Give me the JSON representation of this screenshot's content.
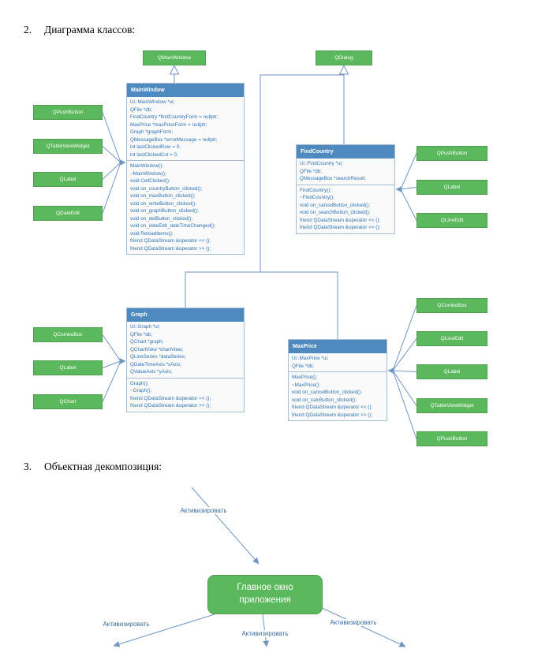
{
  "sections": {
    "s2": {
      "number": "2.",
      "title": "Диаграмма классов:"
    },
    "s3": {
      "number": "3.",
      "title": "Объектная декомпозиция:"
    }
  },
  "class_diagram": {
    "base_classes": {
      "qmainwindow": "QMainWindow",
      "qdialog": "QDialog"
    },
    "widgets": {
      "left_top": [
        "QPushButton",
        "QTableViewWidget",
        "QLabel",
        "QDateEdit"
      ],
      "right_top": [
        "QPushButton",
        "QLabel",
        "QLineEdit"
      ],
      "left_bottom": [
        "QComboBox",
        "QLabel",
        "QChart"
      ],
      "right_bottom": [
        "QComboBox",
        "QLineEdit",
        "QLabel",
        "QTableViewWidget",
        "QPushButton"
      ]
    },
    "classes": {
      "mainwindow": {
        "name": "MainWindow",
        "attributes": [
          "Ui::MainWindow *ui;",
          "QFile *db;",
          "FindCountry *findCountryForm = nullptr;",
          "MaxPrice *maxPriceForm = nullptr;",
          "Graph *graphForm;",
          "QMessageBox *errorMessage = nullptr;",
          "int lastClickedRow = 0;",
          "int lastClickedCol = 0;"
        ],
        "methods": [
          "MainWindow();",
          "~MainWindow();",
          "void CellClicked();",
          "void on_countryButton_clicked();",
          "void on_maxButton_clicked();",
          "void on_writeButton_clicked();",
          "void on_graphButton_clicked();",
          "void on_delButton_clicked();",
          "void on_dateEdit_dateTimeChanged();",
          "void ReloadItems();",
          "friend QDataStream &operator << ();",
          "friend QDataStream &operator >> ();"
        ]
      },
      "findcountry": {
        "name": "FindCountry",
        "attributes": [
          "Ui::FindCountry *ui;",
          "QFile *db;",
          "QMessageBox *searchResult;"
        ],
        "methods": [
          "FindCountry();",
          "~FindCountry();",
          "void on_cancelButton_clicked();",
          "void on_searchButton_clicked();",
          "friend QDataStream &operator << ();",
          "friend QDataStream &operator >> ();"
        ]
      },
      "graph": {
        "name": "Graph",
        "attributes": [
          "Ui::Graph *ui;",
          "QFile *db;",
          "QChart *graph;",
          "QChartView *chartView;",
          "QLineSeries *dataSeries;",
          "QDateTimeAxis *xAxis;",
          "QValueAxis *yAxis;"
        ],
        "methods": [
          "Graph();",
          "~Graph();",
          "friend QDataStream &operator << ();",
          "friend QDataStream &operator >> ();"
        ]
      },
      "maxprice": {
        "name": "MaxPrice",
        "attributes": [
          "Ui::MaxPrice *ui;",
          "QFile *db;"
        ],
        "methods": [
          "MaxPrice();",
          "~MaxPrice();",
          "void on_cancelButton_clicked();",
          "void on_calcButton_clicked();",
          "friend QDataStream &operator << ();",
          "friend QDataStream &operator >> ();"
        ]
      }
    }
  },
  "object_diagram": {
    "main_node": {
      "line1": "Главное окно",
      "line2": "приложения"
    },
    "labels": {
      "top": "Активизировать",
      "left": "Активизировать",
      "center": "Активизировать",
      "right": "Активизировать"
    }
  },
  "colors": {
    "node_green": "#5cb85c",
    "class_header_blue": "#4e8ac0",
    "edge_blue": "#7296c4",
    "member_text_blue": "#2e74b5"
  }
}
